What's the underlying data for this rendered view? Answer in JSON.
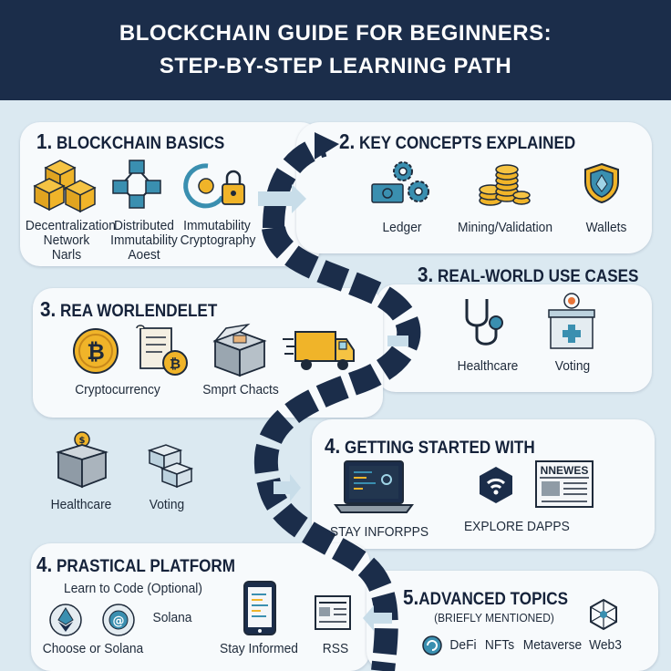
{
  "header": {
    "line1": "BLOCKCHAIN GUIDE FOR BEGINNERS:",
    "line2": "STEP-BY-STEP LEARNING PATH"
  },
  "step1": {
    "num": "1.",
    "title": "BLOCKCHAIN BASICS",
    "labels": [
      "Decentralization",
      "Network",
      "Narls",
      "Distributed",
      "Immutability",
      "Aoest",
      "Immutability",
      "Cryptography"
    ]
  },
  "step2": {
    "num": "2.",
    "title": "KEY CONCEPTS EXPLAINED",
    "labels": [
      "Ledger",
      "Mining/Validation",
      "Wallets"
    ]
  },
  "step3a": {
    "num": "3.",
    "title": "REAL-WORLD USE CASES",
    "labels": [
      "Healthcare",
      "Voting"
    ]
  },
  "step3b": {
    "num": "3.",
    "title": "REA WORLENDELET",
    "labels": [
      "Cryptocurrency",
      "Smprt Chacts"
    ]
  },
  "loose": {
    "labels": [
      "Healthcare",
      "Voting"
    ]
  },
  "step4a": {
    "num": "4.",
    "title": "GETTING STARTED WITH",
    "labels": [
      "STAY INFORPPS",
      "EXPLORE DAPPS"
    ],
    "news_text": "NNEWES"
  },
  "step4b": {
    "num": "4.",
    "title": "PRASTICAL PLATFORM",
    "subtitle": "Learn to Code (Optional)",
    "labels": [
      "Solana",
      "Choose or Solana",
      "Stay Informed",
      "RSS"
    ]
  },
  "step5": {
    "num": "5.",
    "title": "ADVANCED TOPICS",
    "subtitle": "(BRIEFLY MENTIONED)",
    "labels": [
      "DeFi",
      "NFTs",
      "Metaverse",
      "Web3"
    ]
  },
  "colors": {
    "navy": "#1b2d4a",
    "gold": "#f0b429",
    "teal": "#3a8fb0",
    "card": "#f7fafc"
  }
}
